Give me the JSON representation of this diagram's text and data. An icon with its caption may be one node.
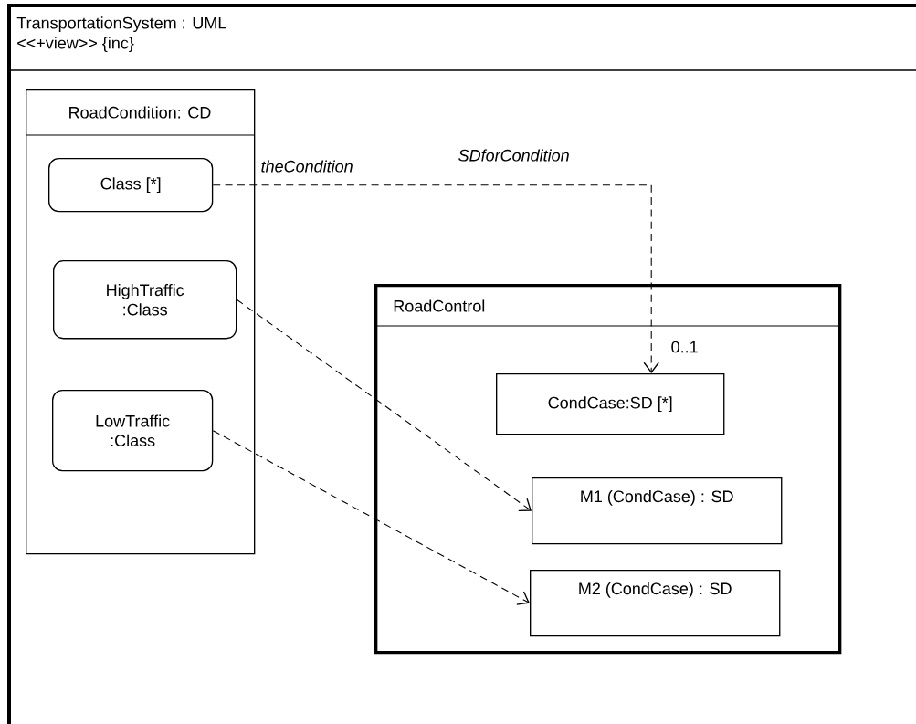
{
  "diagram": {
    "nodes": [
      {
        "text": [
          "TransportationSystem  : UML",
          "<<+view>> {inc}"
        ]
      },
      {
        "text": [
          "RoadCondition: CD"
        ],
        "in": 0
      },
      {
        "text": [
          "Class [*]"
        ],
        "in": 1
      },
      {
        "text": [
          "HighTraffic :Class"
        ],
        "in": 1
      },
      {
        "text": [
          "LowTraffic :Class"
        ],
        "in": 1
      },
      {
        "text": [
          "RoadControl"
        ],
        "in": 0
      },
      {
        "text": [
          "CondCase:SD [*]"
        ],
        "in": 5
      },
      {
        "text": [
          "M1 (CondCase)  : SD"
        ],
        "in": 5
      },
      {
        "text": [
          "M2 (CondCase)  : SD"
        ],
        "in": 5
      }
    ],
    "edges": [
      {
        "from": 2,
        "to": 6,
        "arrow": "to",
        "label": "SDforCondition",
        "style": "dashed"
      },
      {
        "from": 3,
        "to": 7,
        "arrow": "to",
        "style": "dashed"
      },
      {
        "from": 4,
        "to": 8,
        "arrow": "to",
        "style": "dashed"
      }
    ],
    "labels": [
      "theCondition",
      "0..1"
    ]
  }
}
